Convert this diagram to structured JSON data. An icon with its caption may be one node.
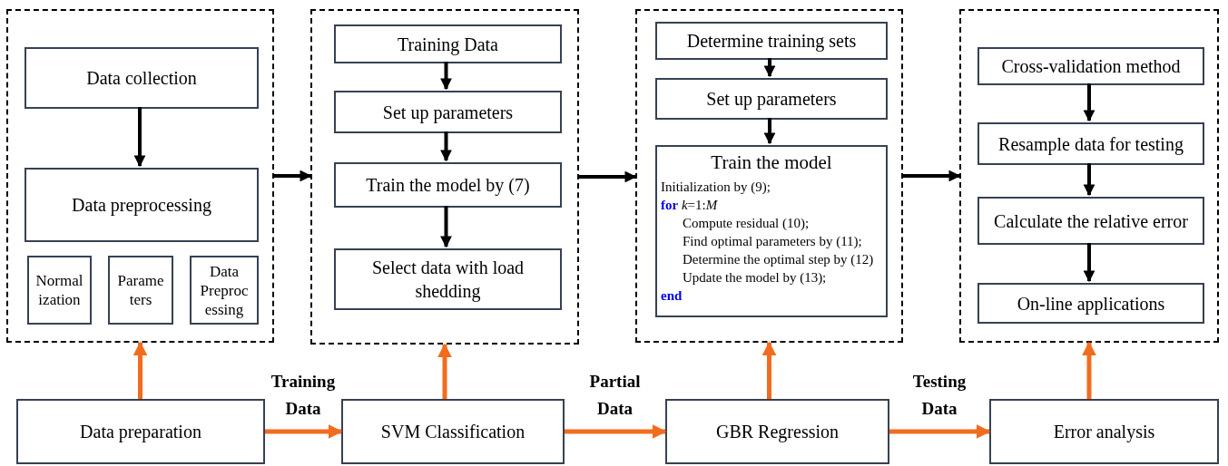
{
  "diagram": {
    "nodes": [
      {
        "text": [],
        "shape": "box"
      },
      {
        "text": [
          "Data collection"
        ],
        "in": 0
      },
      {
        "text": [
          "Data preprocessing"
        ],
        "in": 0
      },
      {
        "text": [
          "Normal ization"
        ],
        "in": 0
      },
      {
        "text": [
          "Parame ters"
        ],
        "in": 0
      },
      {
        "text": [
          "Data Preproc essing"
        ],
        "in": 0
      },
      {
        "text": [],
        "shape": "box"
      },
      {
        "text": [
          "Training Data"
        ],
        "in": 6
      },
      {
        "text": [
          "Set up parameters"
        ],
        "in": 6
      },
      {
        "text": [
          "Train the model by (7)"
        ],
        "in": 6
      },
      {
        "text": [
          "Select data with load shedding"
        ],
        "in": 6
      },
      {
        "text": [],
        "shape": "box"
      },
      {
        "text": [
          "Determine training sets"
        ],
        "in": 11
      },
      {
        "text": [
          "Set up parameters"
        ],
        "in": 11
      },
      {
        "text": [
          "Train the model",
          "Initialization by (9);",
          "**for** *k*=1:*M*",
          "Compute residual (10);",
          "Find optimal parameters by (11);",
          "Determine the optimal step by (12)",
          "Update the model by (13);",
          "**end**"
        ],
        "in": 11
      },
      {
        "text": [],
        "shape": "box"
      },
      {
        "text": [
          "Cross-validation method"
        ],
        "in": 15
      },
      {
        "text": [
          "Resample data for testing"
        ],
        "in": 15
      },
      {
        "text": [
          "Calculate the relative error"
        ],
        "in": 15
      },
      {
        "text": [
          "On-line applications"
        ],
        "in": 15
      },
      {
        "text": [
          "Data preparation"
        ]
      },
      {
        "text": [
          "SVM Classification"
        ]
      },
      {
        "text": [
          "GBR Regression"
        ]
      },
      {
        "text": [
          "Error analysis"
        ]
      }
    ],
    "edges": [
      {
        "from": 1,
        "to": 2,
        "arrow": "to"
      },
      {
        "from": 7,
        "to": 8,
        "arrow": "to"
      },
      {
        "from": 8,
        "to": 9,
        "arrow": "to"
      },
      {
        "from": 9,
        "to": 10,
        "arrow": "to"
      },
      {
        "from": 12,
        "to": 13,
        "arrow": "to"
      },
      {
        "from": 13,
        "to": 14,
        "arrow": "to"
      },
      {
        "from": 16,
        "to": 17,
        "arrow": "to"
      },
      {
        "from": 17,
        "to": 18,
        "arrow": "to"
      },
      {
        "from": 18,
        "to": 19,
        "arrow": "to"
      },
      {
        "from": 0,
        "to": 6,
        "arrow": "to"
      },
      {
        "from": 6,
        "to": 11,
        "arrow": "to"
      },
      {
        "from": 11,
        "to": 15,
        "arrow": "to"
      },
      {
        "from": 20,
        "to": 0,
        "arrow": "to",
        "color": "#f26c1f"
      },
      {
        "from": 21,
        "to": 6,
        "arrow": "to",
        "color": "#f26c1f"
      },
      {
        "from": 22,
        "to": 11,
        "arrow": "to",
        "color": "#f26c1f"
      },
      {
        "from": 23,
        "to": 15,
        "arrow": "to",
        "color": "#f26c1f"
      },
      {
        "from": 20,
        "to": 21,
        "arrow": "to",
        "label": "Training Data",
        "color": "#f26c1f"
      },
      {
        "from": 21,
        "to": 22,
        "arrow": "to",
        "label": "Partial Data",
        "color": "#f26c1f"
      },
      {
        "from": 22,
        "to": 23,
        "arrow": "to",
        "label": "Testing Data",
        "color": "#f26c1f"
      }
    ]
  }
}
